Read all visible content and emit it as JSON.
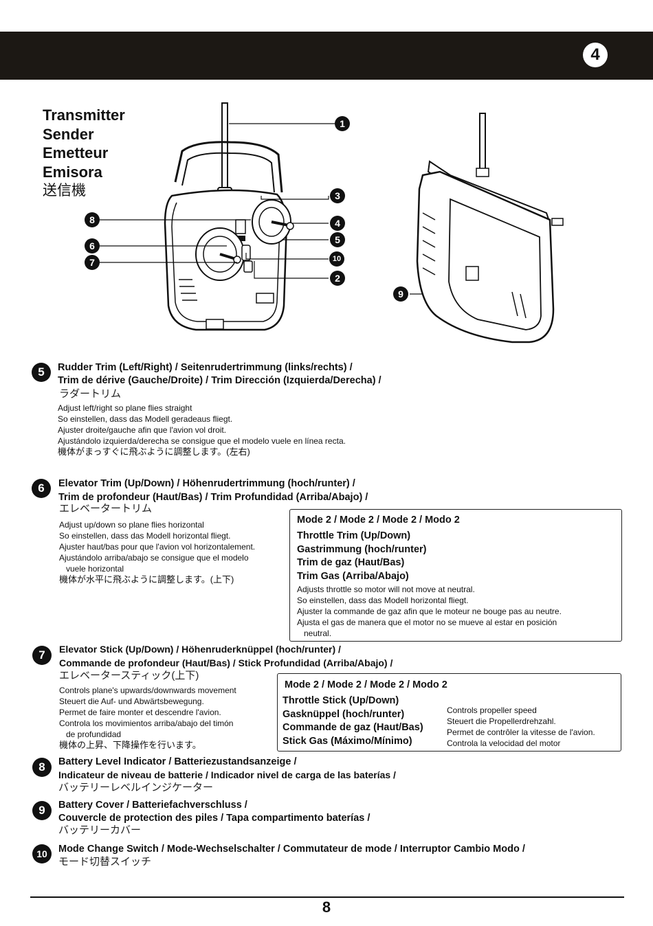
{
  "header": {
    "page_badge": "4"
  },
  "title": {
    "lines": [
      "Transmitter",
      "Sender",
      "Emetteur",
      "Emisora"
    ],
    "jp": "送信機"
  },
  "callouts": [
    "1",
    "2",
    "3",
    "4",
    "5",
    "6",
    "7",
    "8",
    "9",
    "10"
  ],
  "sections": {
    "s5": {
      "num": "5",
      "title1": "Rudder Trim (Left/Right)  /  Seitenrudertrimmung (links/rechts)  /",
      "title2": "Trim de dérive (Gauche/Droite) /  Trim Dirección (Izquierda/Derecha)  /",
      "jp": "ラダートリム",
      "body": [
        "Adjust left/right so plane flies straight",
        "So einstellen, dass das Modell geradeaus fliegt.",
        "Ajuster droite/gauche afin que l'avion vol droit.",
        "Ajustándolo izquierda/derecha se consigue que el modelo vuele en línea recta.",
        "機体がまっすぐに飛ぶように調整します。(左右)"
      ]
    },
    "s6": {
      "num": "6",
      "title1": "Elevator Trim (Up/Down)  /  Höhenrudertrimmung (hoch/runter)  /",
      "title2": "Trim de profondeur (Haut/Bas) /  Trim Profundidad (Arriba/Abajo)  /",
      "jp": "エレベータートリム",
      "body": [
        "Adjust up/down so plane flies horizontal",
        "So einstellen, dass das Modell horizontal fliegt.",
        "Ajuster haut/bas pour que l'avion vol horizontalement.",
        "Ajustándolo arriba/abajo se consigue que el modelo",
        "   vuele horizontal",
        "機体が水平に飛ぶように調整します。(上下)"
      ],
      "box": {
        "title": "Mode 2  /  Mode 2  / Mode 2  /  Modo 2",
        "lines": [
          "Throttle Trim (Up/Down)",
          "Gastrimmung (hoch/runter)",
          "Trim de gaz (Haut/Bas)",
          "Trim Gas (Arriba/Abajo)"
        ],
        "body": [
          "Adjusts throttle so motor will not move at neutral.",
          "So einstellen, dass das Modell horizontal fliegt.",
          "Ajuster la commande de gaz afin que le moteur ne bouge pas au neutre.",
          "Ajusta el gas de manera que el motor no se mueve al estar  en posición",
          "   neutral."
        ]
      }
    },
    "s7": {
      "num": "7",
      "title1": "Elevator Stick (Up/Down)  /  Höhenruderknüppel (hoch/runter)  /",
      "title2": "Commande de profondeur (Haut/Bas)  /  Stick Profundidad (Arriba/Abajo)  /",
      "jp": "エレベータースティック(上下)",
      "body": [
        "Controls plane's upwards/downwards movement",
        "Steuert die Auf- und Abwärtsbewegung.",
        "Permet de faire monter et descendre l'avion.",
        "Controla los movimientos arriba/abajo del timón",
        "   de profundidad",
        "機体の上昇、下降操作を行います。"
      ],
      "box": {
        "title": "Mode 2  /  Mode 2  /  Mode 2  /  Modo 2",
        "lines": [
          "Throttle Stick (Up/Down)",
          "Gasknüppel (hoch/runter)",
          "Commande de gaz (Haut/Bas)",
          "Stick Gas (Máximo/Mínimo)"
        ],
        "body": [
          "Controls propeller speed",
          "Steuert die Propellerdrehzahl.",
          "Permet de contrôler la vitesse de l'avion.",
          "Controla la velocidad del motor"
        ]
      }
    },
    "s8": {
      "num": "8",
      "title1": "Battery Level Indicator  /  Batteriezustandsanzeige  /",
      "title2": "Indicateur de niveau de batterie  /  Indicador nivel de carga de las baterías  /",
      "jp": "バッテリーレベルインジケーター"
    },
    "s9": {
      "num": "9",
      "title1": "Battery Cover  /  Batteriefachverschluss  /",
      "title2": "Couvercle de protection des piles   /  Tapa compartimento baterías  /",
      "jp": "バッテリーカバー"
    },
    "s10": {
      "num": "10",
      "title1": "Mode Change Switch / Mode-Wechselschalter / Commutateur de mode / Interruptor Cambio Modo /",
      "jp": "モード切替スイッチ"
    }
  },
  "footer": {
    "page_number": "8"
  }
}
